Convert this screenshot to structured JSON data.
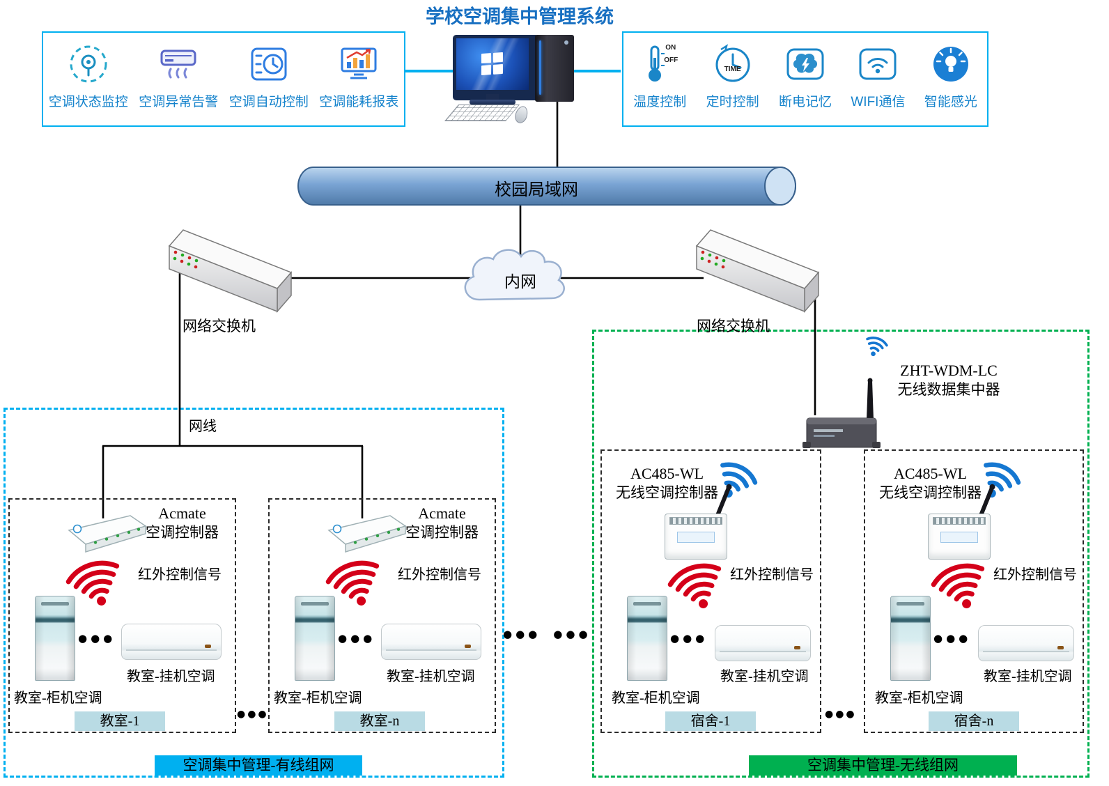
{
  "title": "学校空调集中管理系统",
  "left_panel": {
    "features": [
      {
        "label": "空调状态监控"
      },
      {
        "label": "空调异常告警"
      },
      {
        "label": "空调自动控制"
      },
      {
        "label": "空调能耗报表"
      }
    ]
  },
  "right_panel": {
    "features": [
      {
        "label": "温度控制"
      },
      {
        "label": "定时控制"
      },
      {
        "label": "断电记忆"
      },
      {
        "label": "WIFI通信"
      },
      {
        "label": "智能感光"
      }
    ],
    "icon_texts": {
      "on": "ON",
      "off": "OFF",
      "time": "TIME"
    }
  },
  "network": {
    "lan_label": "校园局域网",
    "cloud_label": "内网",
    "switch_label": "网络交换机",
    "cable_label": "网线"
  },
  "wired_zone": {
    "zone_label": "空调集中管理-有线组网",
    "rooms": [
      {
        "controller_model": "Acmate",
        "controller_type": "空调控制器",
        "ir_label": "红外控制信号",
        "cabinet_label": "教室-柜机空调",
        "wall_label": "教室-挂机空调",
        "room_name": "教室-1"
      },
      {
        "controller_model": "Acmate",
        "controller_type": "空调控制器",
        "ir_label": "红外控制信号",
        "cabinet_label": "教室-柜机空调",
        "wall_label": "教室-挂机空调",
        "room_name": "教室-n"
      }
    ]
  },
  "wireless_zone": {
    "zone_label": "空调集中管理-无线组网",
    "hub_model": "ZHT-WDM-LC",
    "hub_type": "无线数据集中器",
    "rooms": [
      {
        "controller_model": "AC485-WL",
        "controller_type": "无线空调控制器",
        "ir_label": "红外控制信号",
        "cabinet_label": "教室-柜机空调",
        "wall_label": "教室-挂机空调",
        "room_name": "宿舍-1"
      },
      {
        "controller_model": "AC485-WL",
        "controller_type": "无线空调控制器",
        "ir_label": "红外控制信号",
        "cabinet_label": "教室-柜机空调",
        "wall_label": "教室-挂机空调",
        "room_name": "宿舍-n"
      }
    ]
  },
  "dots": {
    "three": "●●●"
  }
}
